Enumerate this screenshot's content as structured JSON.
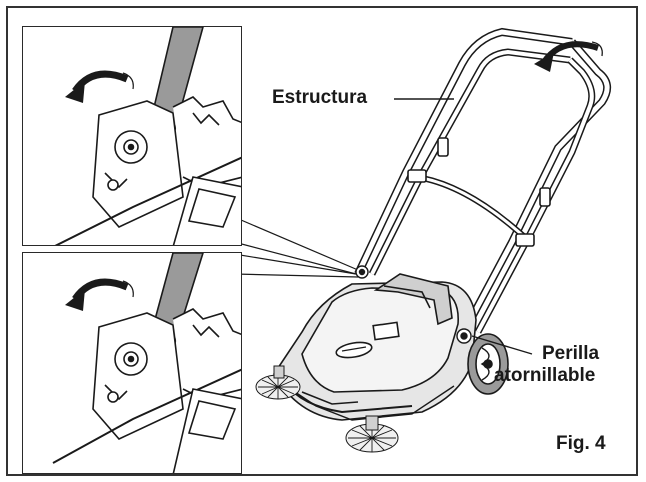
{
  "figure": {
    "caption": "Fig. 4",
    "labels": {
      "frame": "Estructura",
      "knob_line1": "Perilla",
      "knob_line2": "atornillable"
    },
    "icons": [
      "rotate-arrow-icon",
      "rotate-arrow-icon",
      "rotate-arrow-icon"
    ],
    "colors": {
      "line": "#1a1a1a",
      "body_gray": "#d9d9d9",
      "dark_gray": "#8a8a8a",
      "strap": "#9a9a9a"
    }
  }
}
